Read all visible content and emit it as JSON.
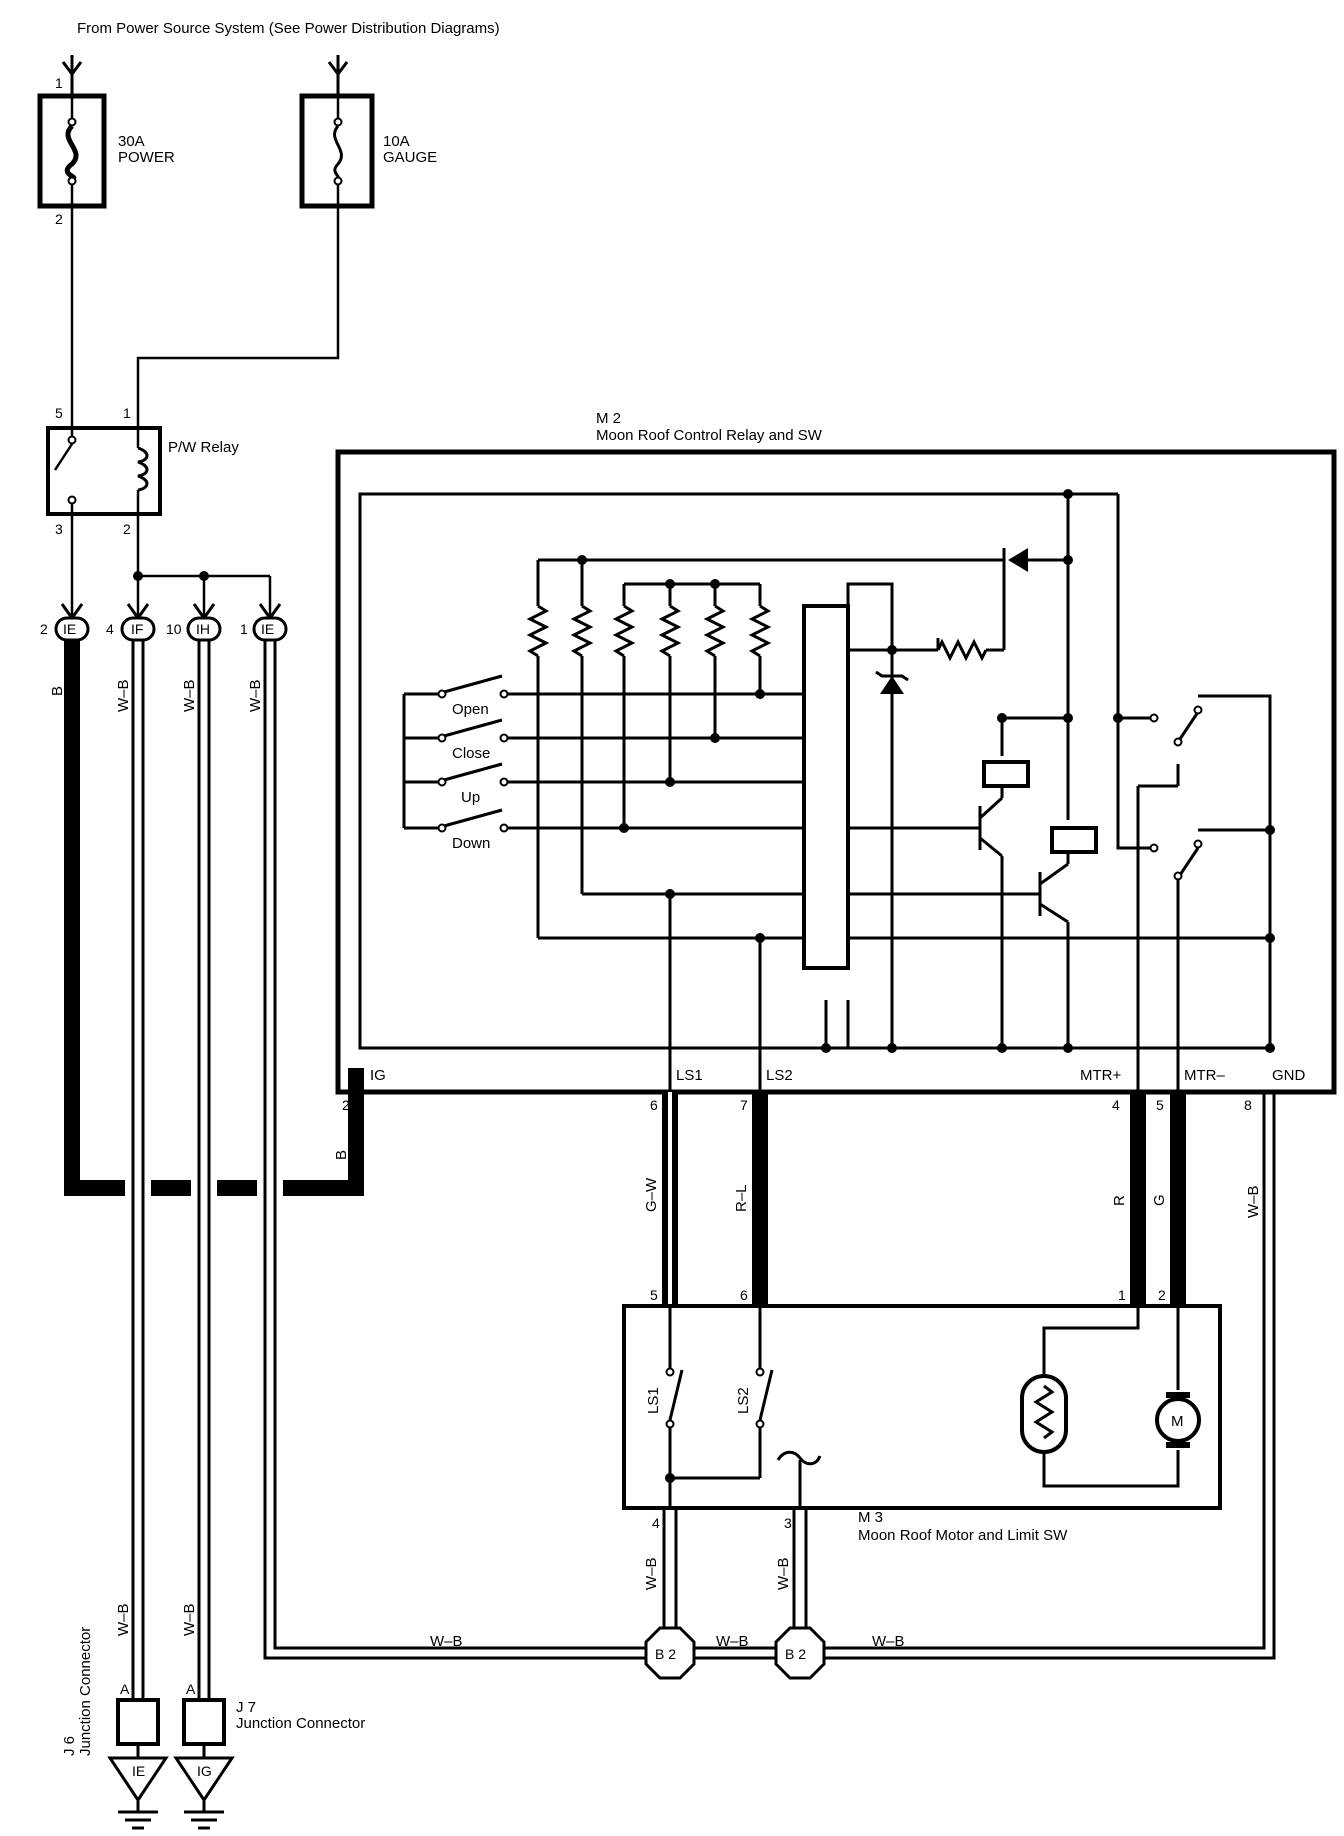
{
  "header": {
    "source": "From Power Source System (See Power Distribution Diagrams)"
  },
  "fuses": [
    {
      "rating": "30A",
      "name": "POWER",
      "pin_in": "1",
      "pin_out": "2"
    },
    {
      "rating": "10A",
      "name": "GAUGE"
    }
  ],
  "relay": {
    "label": "P/W Relay",
    "pins": {
      "sw_top": "5",
      "coil_top": "1",
      "sw_bot": "3",
      "coil_bot": "2"
    }
  },
  "connectors_top": [
    {
      "id": "IE",
      "pin": "2",
      "wire": "B"
    },
    {
      "id": "IF",
      "pin": "4",
      "wire": "W–B"
    },
    {
      "id": "IH",
      "pin": "10",
      "wire": "W–B"
    },
    {
      "id": "IE",
      "pin": "1",
      "wire": "W–B"
    }
  ],
  "m2": {
    "code": "M 2",
    "name": "Moon Roof Control Relay and SW",
    "switches": [
      "Open",
      "Close",
      "Up",
      "Down"
    ],
    "terminals": [
      {
        "name": "IG",
        "pin": "2"
      },
      {
        "name": "LS1",
        "pin": "6"
      },
      {
        "name": "LS2",
        "pin": "7"
      },
      {
        "name": "MTR+",
        "pin": "4"
      },
      {
        "name": "MTR–",
        "pin": "5"
      },
      {
        "name": "GND",
        "pin": "8"
      }
    ]
  },
  "wires": {
    "ig": "B",
    "ls1": "G–W",
    "ls2": "R–L",
    "mtr_plus": "R",
    "mtr_minus": "G",
    "gnd": "W–B",
    "m3_pin4": "W–B",
    "m3_pin3": "W–B",
    "bottom": [
      "W–B",
      "W–B",
      "W–B"
    ],
    "j6": "W–B",
    "j7": "W–B"
  },
  "m3": {
    "code": "M 3",
    "name": "Moon Roof Motor and Limit SW",
    "pins_top": [
      "5",
      "6",
      "1",
      "2"
    ],
    "pins_bottom": [
      "4",
      "3"
    ],
    "sw1": "LS1",
    "sw2": "LS2",
    "motor": "M"
  },
  "b2": [
    "B 2",
    "B 2"
  ],
  "junctions": [
    {
      "code": "J 6",
      "name": "Junction Connector",
      "pin": "A",
      "ground": "IE"
    },
    {
      "code": "J 7",
      "name": "Junction Connector",
      "pin": "A",
      "ground": "IG"
    }
  ]
}
